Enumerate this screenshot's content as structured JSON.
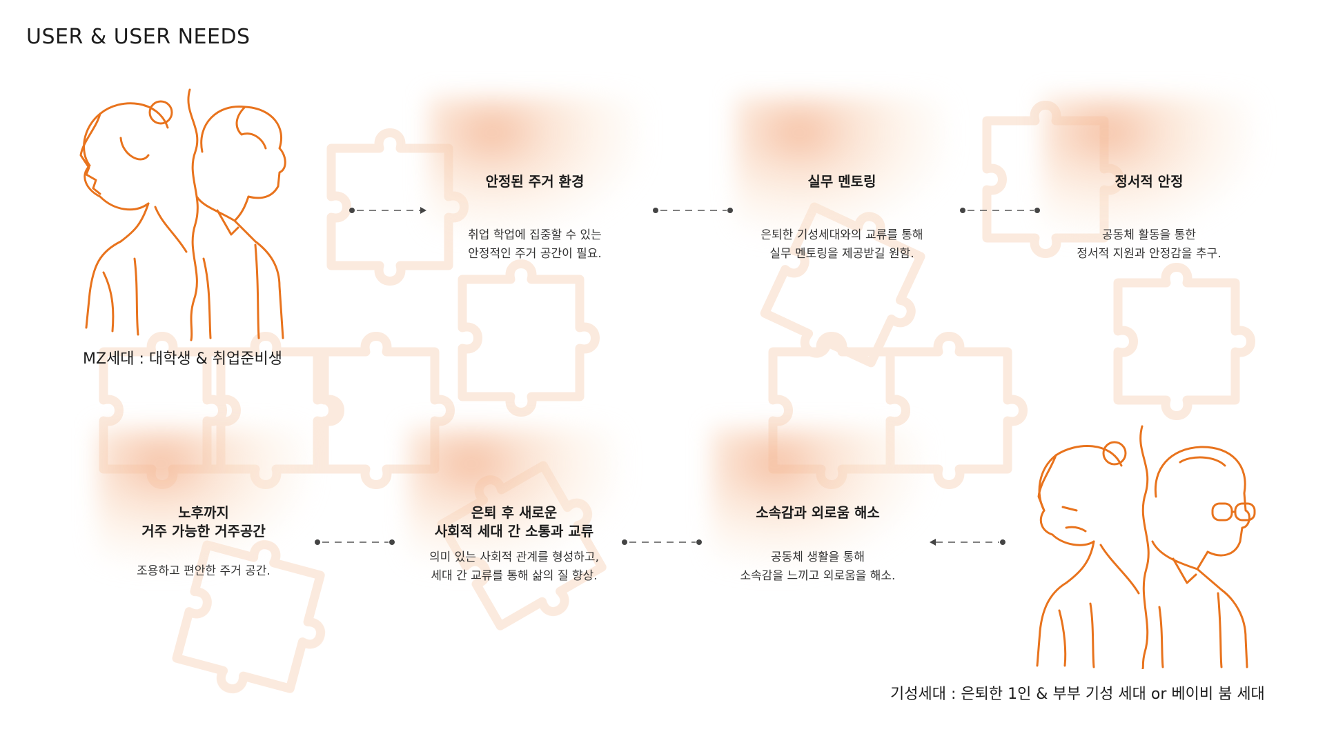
{
  "page": {
    "title": "USER & USER NEEDS"
  },
  "personas": {
    "mz": {
      "label": "MZ세대 : 대학생 & 취업준비생"
    },
    "senior": {
      "label": "기성세대 : 은퇴한 1인 & 부부 기성 세대 or 베이비 붐 세대"
    }
  },
  "needs_top": [
    {
      "title": "안정된 주거 환경",
      "desc": [
        "취업 학업에 집중할 수 있는",
        "안정적인 주거 공간이 필요."
      ]
    },
    {
      "title": "실무 멘토링",
      "desc": [
        "은퇴한 기성세대와의 교류를 통해",
        "실무 멘토링을 제공받길 원함."
      ]
    },
    {
      "title": "정서적 안정",
      "desc": [
        "공동체 활동을 통한",
        "정서적 지원과 안정감을 추구."
      ]
    }
  ],
  "needs_bottom": [
    {
      "title_lines": [
        "노후까지",
        "거주 가능한 거주공간"
      ],
      "desc": [
        "조용하고 편안한 주거 공간."
      ]
    },
    {
      "title_lines": [
        "은퇴 후 새로운",
        "사회적 세대 간 소통과 교류"
      ],
      "desc": [
        "의미 있는 사회적 관계를 형성하고,",
        "세대 간 교류를 통해 삶의 질 향상."
      ]
    },
    {
      "title_lines": [
        "소속감과 외로움 해소"
      ],
      "desc": [
        "공동체 생활을 통해",
        "소속감을 느끼고 외로움을 해소."
      ]
    }
  ],
  "colors": {
    "accent": "#e8731d",
    "card_tint": "#f3af8a",
    "puzzle": "#fbece1"
  },
  "icons": {
    "puzzle": "puzzle-piece-icon",
    "young": "young-couple-line-art",
    "senior": "senior-couple-line-art"
  }
}
